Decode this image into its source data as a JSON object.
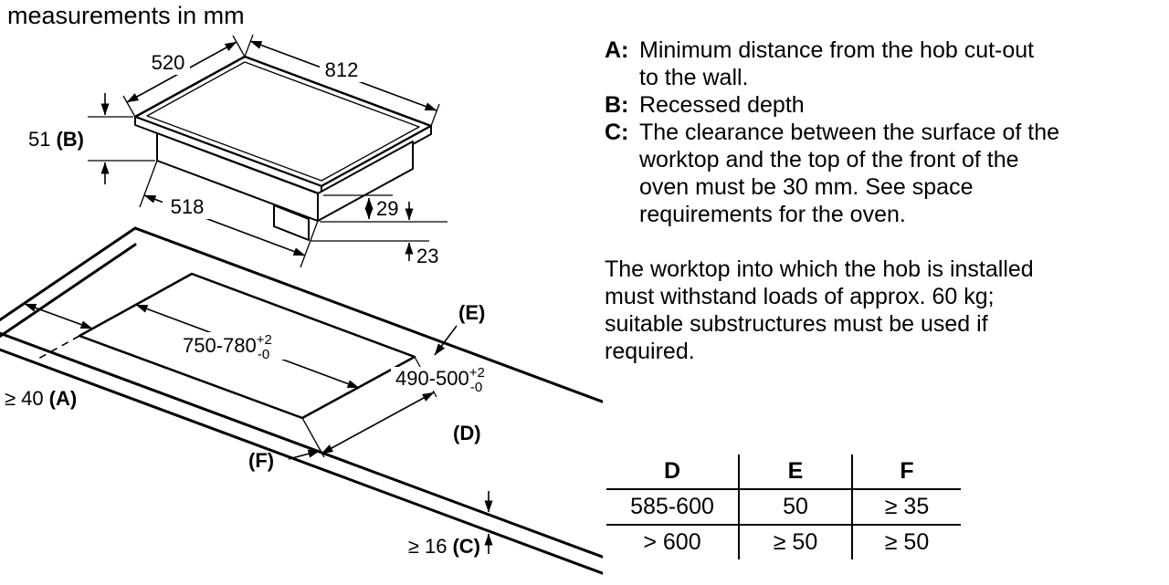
{
  "title": "measurements in mm",
  "diagram": {
    "hob": {
      "depth": "520",
      "width": "812",
      "recess": "51",
      "recess_key": "(B)",
      "underside": "518",
      "front_height_upper": "29",
      "front_height_lower": "23"
    },
    "cutout": {
      "width": "750-780",
      "width_tol_plus": "+2",
      "width_tol_minus": "-0",
      "depth": "490-500",
      "depth_tol_plus": "+2",
      "depth_tol_minus": "-0"
    },
    "clearances": {
      "wall": "≥ 40",
      "wall_key": "(A)",
      "back_key": "(E)",
      "depth_key": "(D)",
      "front_key": "(F)",
      "thickness": "≥ 16",
      "thickness_key": "(C)"
    }
  },
  "notes": [
    {
      "key": "A:",
      "text": "Minimum distance from the hob cut-out\nto the wall."
    },
    {
      "key": "B:",
      "text": "Recessed depth"
    },
    {
      "key": "C:",
      "text": "The clearance between the surface of the\nworktop and the top of the front of the\noven must be 30 mm. See space\nrequirements for the oven."
    }
  ],
  "paragraph": "The worktop into which the hob is installed\nmust withstand loads of approx. 60 kg;\nsuitable substructures must be used if\nrequired.",
  "table": {
    "headers": [
      "D",
      "E",
      "F"
    ],
    "rows": [
      [
        "585-600",
        "50",
        "≥ 35"
      ],
      [
        "> 600",
        "≥ 50",
        "≥ 50"
      ]
    ]
  }
}
